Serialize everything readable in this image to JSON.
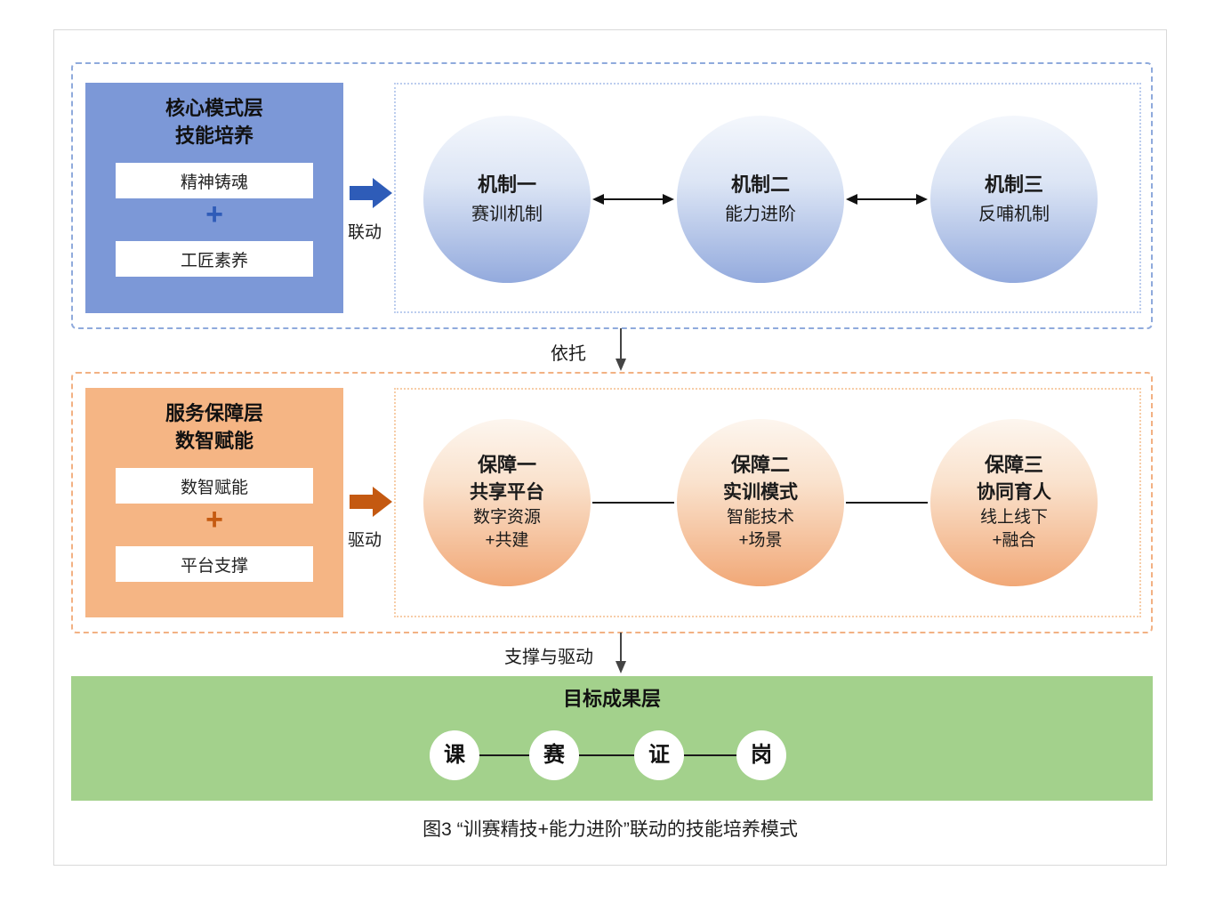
{
  "top_layer": {
    "panel_title_line1": "核心模式层",
    "panel_title_line2": "技能培养",
    "box1": "精神铸魂",
    "plus": "+",
    "box2": "工匠素养",
    "arrow_label": "联动",
    "mechanisms": [
      {
        "title": "机制一",
        "subtitle": "赛训机制"
      },
      {
        "title": "机制二",
        "subtitle": "能力进阶"
      },
      {
        "title": "机制三",
        "subtitle": "反哺机制"
      }
    ]
  },
  "connector1": {
    "label": "依托"
  },
  "middle_layer": {
    "panel_title_line1": "服务保障层",
    "panel_title_line2": "数智赋能",
    "box1": "数智赋能",
    "plus": "+",
    "box2": "平台支撑",
    "arrow_label": "驱动",
    "guarantees": [
      {
        "title": "保障一",
        "subtitle": "共享平台",
        "line3": "数字资源",
        "line4": "+共建"
      },
      {
        "title": "保障二",
        "subtitle": "实训模式",
        "line3": "智能技术",
        "line4": "+场景"
      },
      {
        "title": "保障三",
        "subtitle": "协同育人",
        "line3": "线上线下",
        "line4": "+融合"
      }
    ]
  },
  "connector2": {
    "label": "支撑与驱动"
  },
  "bottom_layer": {
    "title": "目标成果层",
    "nodes": [
      "课",
      "赛",
      "证",
      "岗"
    ]
  },
  "caption": "图3 “训赛精技+能力进阶”联动的技能培养模式",
  "colors": {
    "blue_panel": "#7c98d7",
    "blue_arrow": "#2e5cb8",
    "blue_dashed_border": "#8faadc",
    "orange_panel": "#f5b584",
    "orange_arrow": "#c45911",
    "orange_dashed_border": "#f2b183",
    "green_panel": "#a3d18c"
  }
}
